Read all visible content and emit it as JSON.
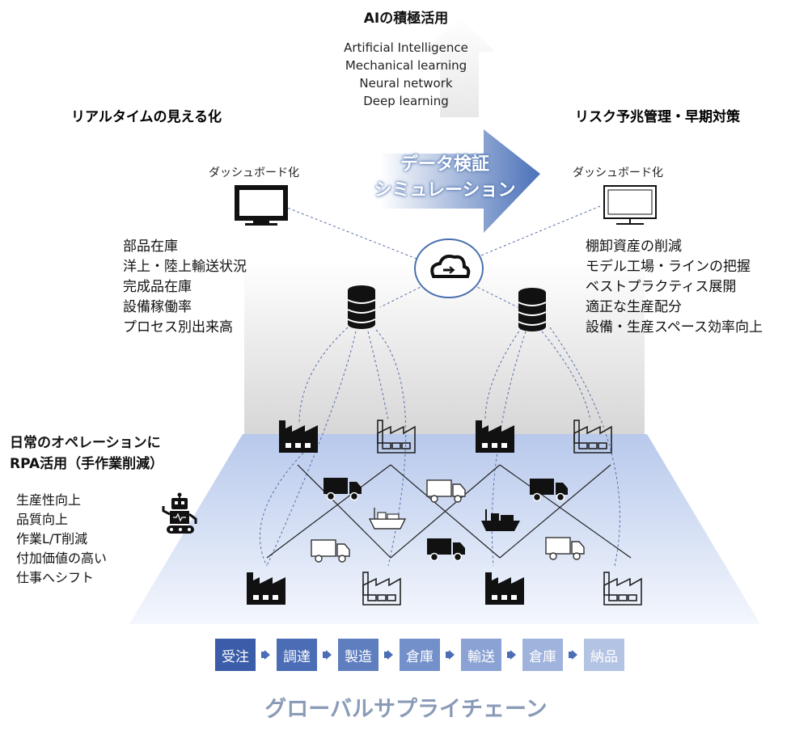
{
  "ai": {
    "title": "AIの積極活用",
    "items": [
      "Artificial Intelligence",
      "Mechanical learning",
      "Neural network",
      "Deep learning"
    ]
  },
  "left": {
    "heading": "リアルタイムの見える化",
    "dashboard_label": "ダッシュボード化",
    "items": [
      "部品在庫",
      "洋上・陸上輸送状況",
      "完成品在庫",
      "設備稼働率",
      "プロセス別出来高"
    ]
  },
  "right": {
    "heading": "リスク予兆管理・早期対策",
    "dashboard_label": "ダッシュボード化",
    "items": [
      "棚卸資産の削減",
      "モデル工場・ラインの把握",
      "ベストプラクティス展開",
      "適正な生産配分",
      "設備・生産スペース効率向上"
    ]
  },
  "center_arrow": {
    "line1": "データ検証",
    "line2": "シミュレーション"
  },
  "rpa": {
    "heading_line1": "日常のオペレーションに",
    "heading_line2": "RPA活用（手作業削減）",
    "items": [
      "生産性向上",
      "品質向上",
      "作業L/T削減",
      "付加価値の高い",
      "仕事へシフト"
    ]
  },
  "flow": {
    "steps": [
      {
        "label": "受注",
        "color": "#3b5ca8"
      },
      {
        "label": "調達",
        "color": "#4b6db5"
      },
      {
        "label": "製造",
        "color": "#5e7ec0"
      },
      {
        "label": "倉庫",
        "color": "#7490cb"
      },
      {
        "label": "輸送",
        "color": "#8aa2d4"
      },
      {
        "label": "倉庫",
        "color": "#9fb3dc"
      },
      {
        "label": "納品",
        "color": "#b3c3e3"
      }
    ],
    "arrow_color": "#4b6db5"
  },
  "footer": "グローバルサプライチェーン",
  "icons": [
    "monitor-icon",
    "cloud-sync-icon",
    "database-icon",
    "factory-icon",
    "truck-icon",
    "ship-icon",
    "robot-icon"
  ]
}
